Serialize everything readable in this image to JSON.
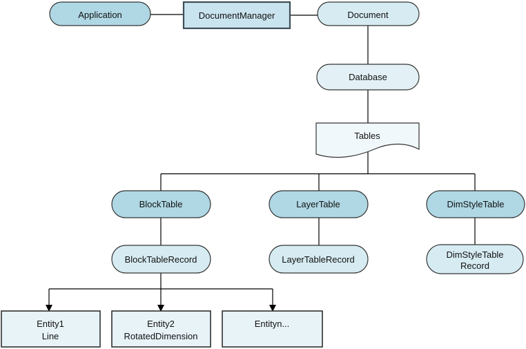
{
  "colors": {
    "background": "#ffffff",
    "node_fill_strong": "#afd7e4",
    "doc_manager_fill": "#c9e4ee",
    "node_fill_medium": "#d6ebf2",
    "node_fill_soft": "#e3f1f6",
    "node_fill_paper": "#f1f8fb",
    "node_fill_entity": "#e8f3f8",
    "node_stroke": "#333333",
    "doc_manager_stroke": "#3e4e58",
    "connector": "#000000",
    "text": "#111111"
  },
  "nodes": {
    "application": {
      "label": "Application",
      "shape": "stadium"
    },
    "document_manager": {
      "label": "DocumentManager",
      "shape": "rectangle"
    },
    "document": {
      "label": "Document",
      "shape": "stadium"
    },
    "database": {
      "label": "Database",
      "shape": "stadium"
    },
    "tables": {
      "label": "Tables",
      "shape": "document"
    },
    "block_table": {
      "label": "BlockTable",
      "shape": "stadium"
    },
    "layer_table": {
      "label": "LayerTable",
      "shape": "stadium"
    },
    "dim_style_table": {
      "label": "DimStyleTable",
      "shape": "stadium"
    },
    "block_table_record": {
      "label": "BlockTableRecord",
      "shape": "stadium"
    },
    "layer_table_record": {
      "label": "LayerTableRecord",
      "shape": "stadium"
    },
    "dim_style_table_record": {
      "line1": "DimStyleTable",
      "line2": "Record",
      "shape": "stadium"
    },
    "entity1": {
      "line1": "Entity1",
      "line2": "Line",
      "shape": "rectangle"
    },
    "entity2": {
      "line1": "Entity2",
      "line2": "RotatedDimension",
      "shape": "rectangle"
    },
    "entityn": {
      "line1": "Entityn...",
      "shape": "rectangle"
    }
  },
  "edges": [
    {
      "from": "Application",
      "to": "DocumentManager",
      "arrow": false
    },
    {
      "from": "DocumentManager",
      "to": "Document",
      "arrow": false
    },
    {
      "from": "Document",
      "to": "Database",
      "arrow": false
    },
    {
      "from": "Database",
      "to": "Tables",
      "arrow": false
    },
    {
      "from": "Tables",
      "to": "BlockTable",
      "arrow": false
    },
    {
      "from": "Tables",
      "to": "LayerTable",
      "arrow": false
    },
    {
      "from": "Tables",
      "to": "DimStyleTable",
      "arrow": false
    },
    {
      "from": "BlockTable",
      "to": "BlockTableRecord",
      "arrow": false
    },
    {
      "from": "LayerTable",
      "to": "LayerTableRecord",
      "arrow": false
    },
    {
      "from": "DimStyleTable",
      "to": "DimStyleTableRecord",
      "arrow": false
    },
    {
      "from": "BlockTableRecord",
      "to": "Entity1 Line",
      "arrow": true
    },
    {
      "from": "BlockTableRecord",
      "to": "Entity2 RotatedDimension",
      "arrow": true
    },
    {
      "from": "BlockTableRecord",
      "to": "Entityn...",
      "arrow": true
    }
  ]
}
